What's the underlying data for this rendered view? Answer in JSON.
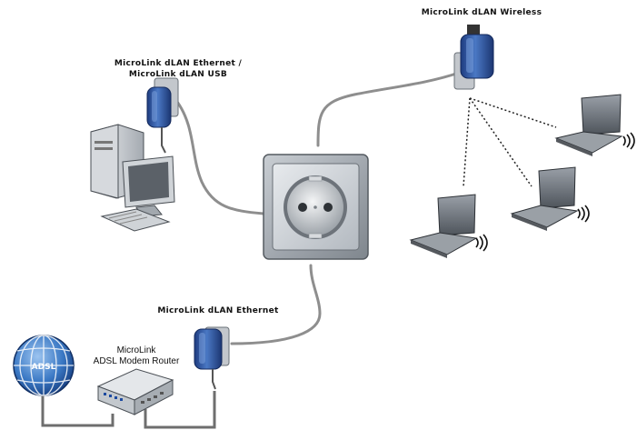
{
  "labels": {
    "wireless_adapter": "MicroLink dLAN Wireless",
    "desktop_adapter_line1": "MicroLink dLAN Ethernet /",
    "desktop_adapter_line2": "MicroLink dLAN USB",
    "router_adapter": "MicroLink dLAN Ethernet",
    "router_line1": "MicroLink",
    "router_line2": "ADSL Modem Router",
    "globe": "ADSL"
  },
  "colors": {
    "cable": "#8e8e8e",
    "adapter_blue": "#2c4f9c",
    "socket_plate": "#9aa0a6",
    "globe_blue": "#2a68b8"
  },
  "icons": [
    "power-socket",
    "powerline-adapter",
    "desktop-computer",
    "laptop",
    "globe",
    "router",
    "wifi-waves"
  ]
}
